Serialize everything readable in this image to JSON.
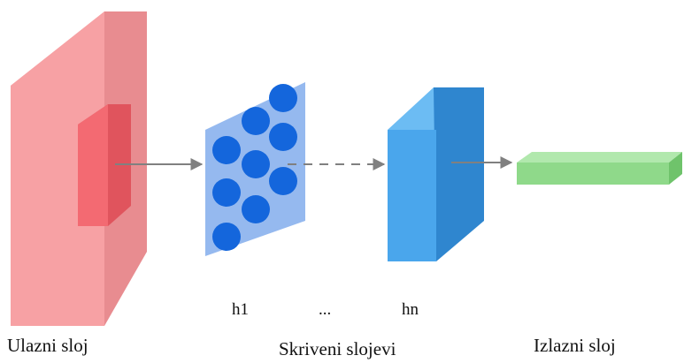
{
  "labels": {
    "h1": "h1",
    "ellipsis": "...",
    "hn": "hn",
    "input_layer": "Ulazni sloj",
    "hidden_layers": "Skriveni slojevi",
    "output_layer": "Izlazni sloj"
  },
  "colors": {
    "input_front": "#f7a1a4",
    "input_side": "#e88c90",
    "input_top": "#f5b0b2",
    "kernel_front": "#f36a72",
    "kernel_side": "#e0545d",
    "hidden1_face": "#8fb5ee",
    "neuron": "#1466dc",
    "hiddenN_front": "#4aa6ec",
    "hiddenN_side": "#2f86cf",
    "hiddenN_top": "#6cbcf3",
    "output_front": "#8fd98a",
    "output_top": "#b1e8ad",
    "output_side": "#6fc36b",
    "arrow": "#808080"
  }
}
